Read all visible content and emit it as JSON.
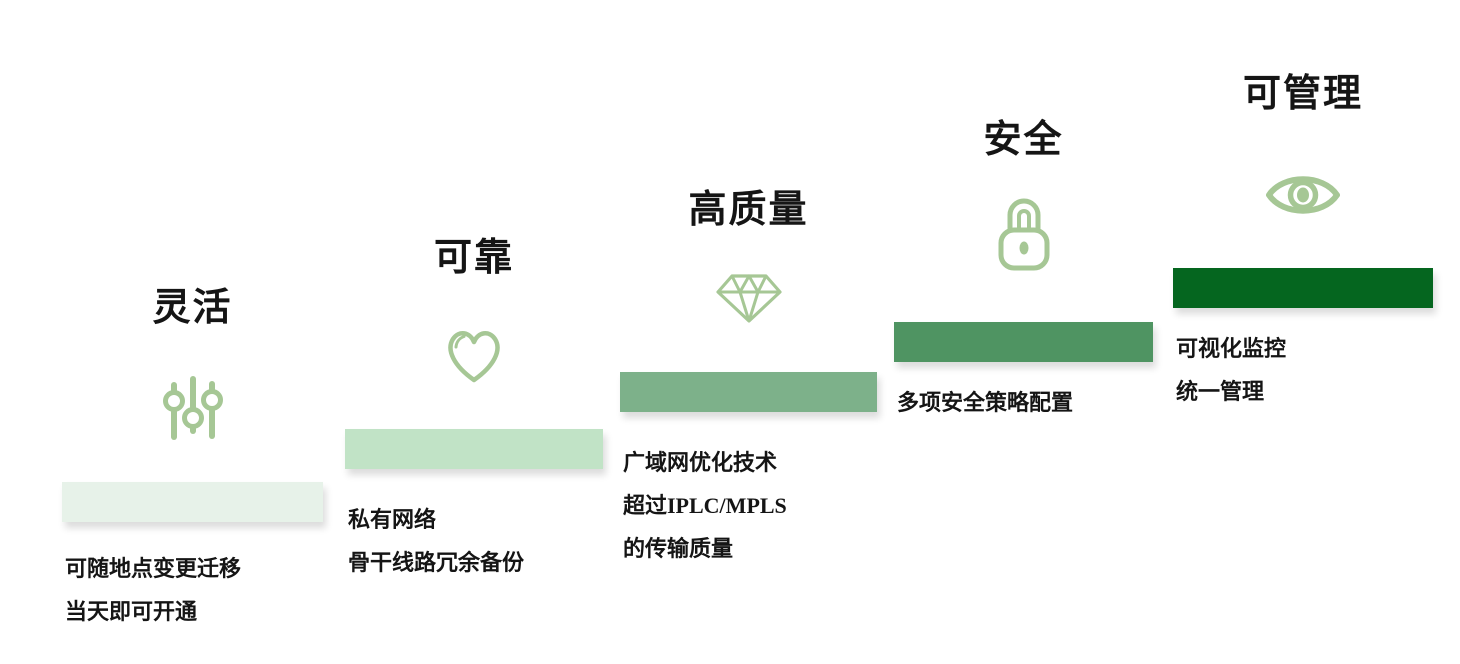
{
  "diagram_title": "network-service-feature-staircase",
  "colors": {
    "background": "#ffffff",
    "icon_stroke": "#a6c795",
    "text": "#151515"
  },
  "steps": [
    {
      "title": "灵活",
      "icon": "sliders-icon",
      "bar_color": "#e7f2e9",
      "descriptions": [
        "可随地点变更迁移",
        "当天即可开通"
      ]
    },
    {
      "title": "可靠",
      "icon": "heart-icon",
      "bar_color": "#c1e3c6",
      "descriptions": [
        "私有网络",
        "骨干线路冗余备份"
      ]
    },
    {
      "title": "高质量",
      "icon": "diamond-icon",
      "bar_color": "#7db18a",
      "descriptions": [
        "广域网优化技术",
        "超过IPLC/MPLS",
        "的传输质量"
      ]
    },
    {
      "title": "安全",
      "icon": "lock-icon",
      "bar_color": "#4f9462",
      "descriptions": [
        "多项安全策略配置"
      ]
    },
    {
      "title": "可管理",
      "icon": "eye-icon",
      "bar_color": "#05661f",
      "descriptions": [
        "可视化监控",
        "统一管理"
      ]
    }
  ]
}
